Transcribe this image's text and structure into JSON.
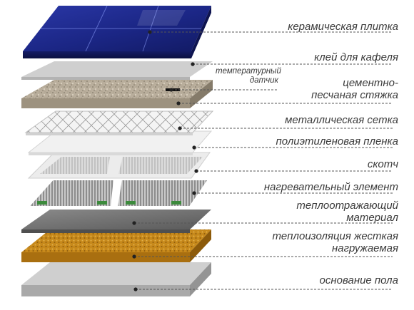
{
  "layers": [
    {
      "id": "tile",
      "label": "керамическая плитка"
    },
    {
      "id": "glue",
      "label": "клей для кафеля"
    },
    {
      "id": "screed",
      "label_lines": [
        "цементно-",
        "песчаная стяжка"
      ]
    },
    {
      "id": "mesh",
      "label": "металлическая сетка"
    },
    {
      "id": "film",
      "label": "полиэтиленовая пленка"
    },
    {
      "id": "tape",
      "label": "скотч"
    },
    {
      "id": "heater",
      "label": "нагревательный элемент"
    },
    {
      "id": "reflector",
      "label_lines": [
        "теплоотражающий",
        "материал"
      ]
    },
    {
      "id": "insulation",
      "label_lines": [
        "теплоизоляция жесткая",
        "нагружаемая"
      ]
    },
    {
      "id": "base",
      "label": "основание пола"
    }
  ],
  "sensor": {
    "label_lines": [
      "температурный",
      "датчик"
    ]
  },
  "colors": {
    "tile": "#1f2a8c",
    "glue": "#c9c9c9",
    "screed": "#b5aa98",
    "mesh": "#f2f2f2",
    "film": "#eeeeee",
    "tape": "#e4e4e4",
    "heater": "#9a9a9a",
    "reflector": "#6f6f6f",
    "insulation": "#c58a1c",
    "base": "#bdbdbd",
    "leader": "#555555"
  }
}
